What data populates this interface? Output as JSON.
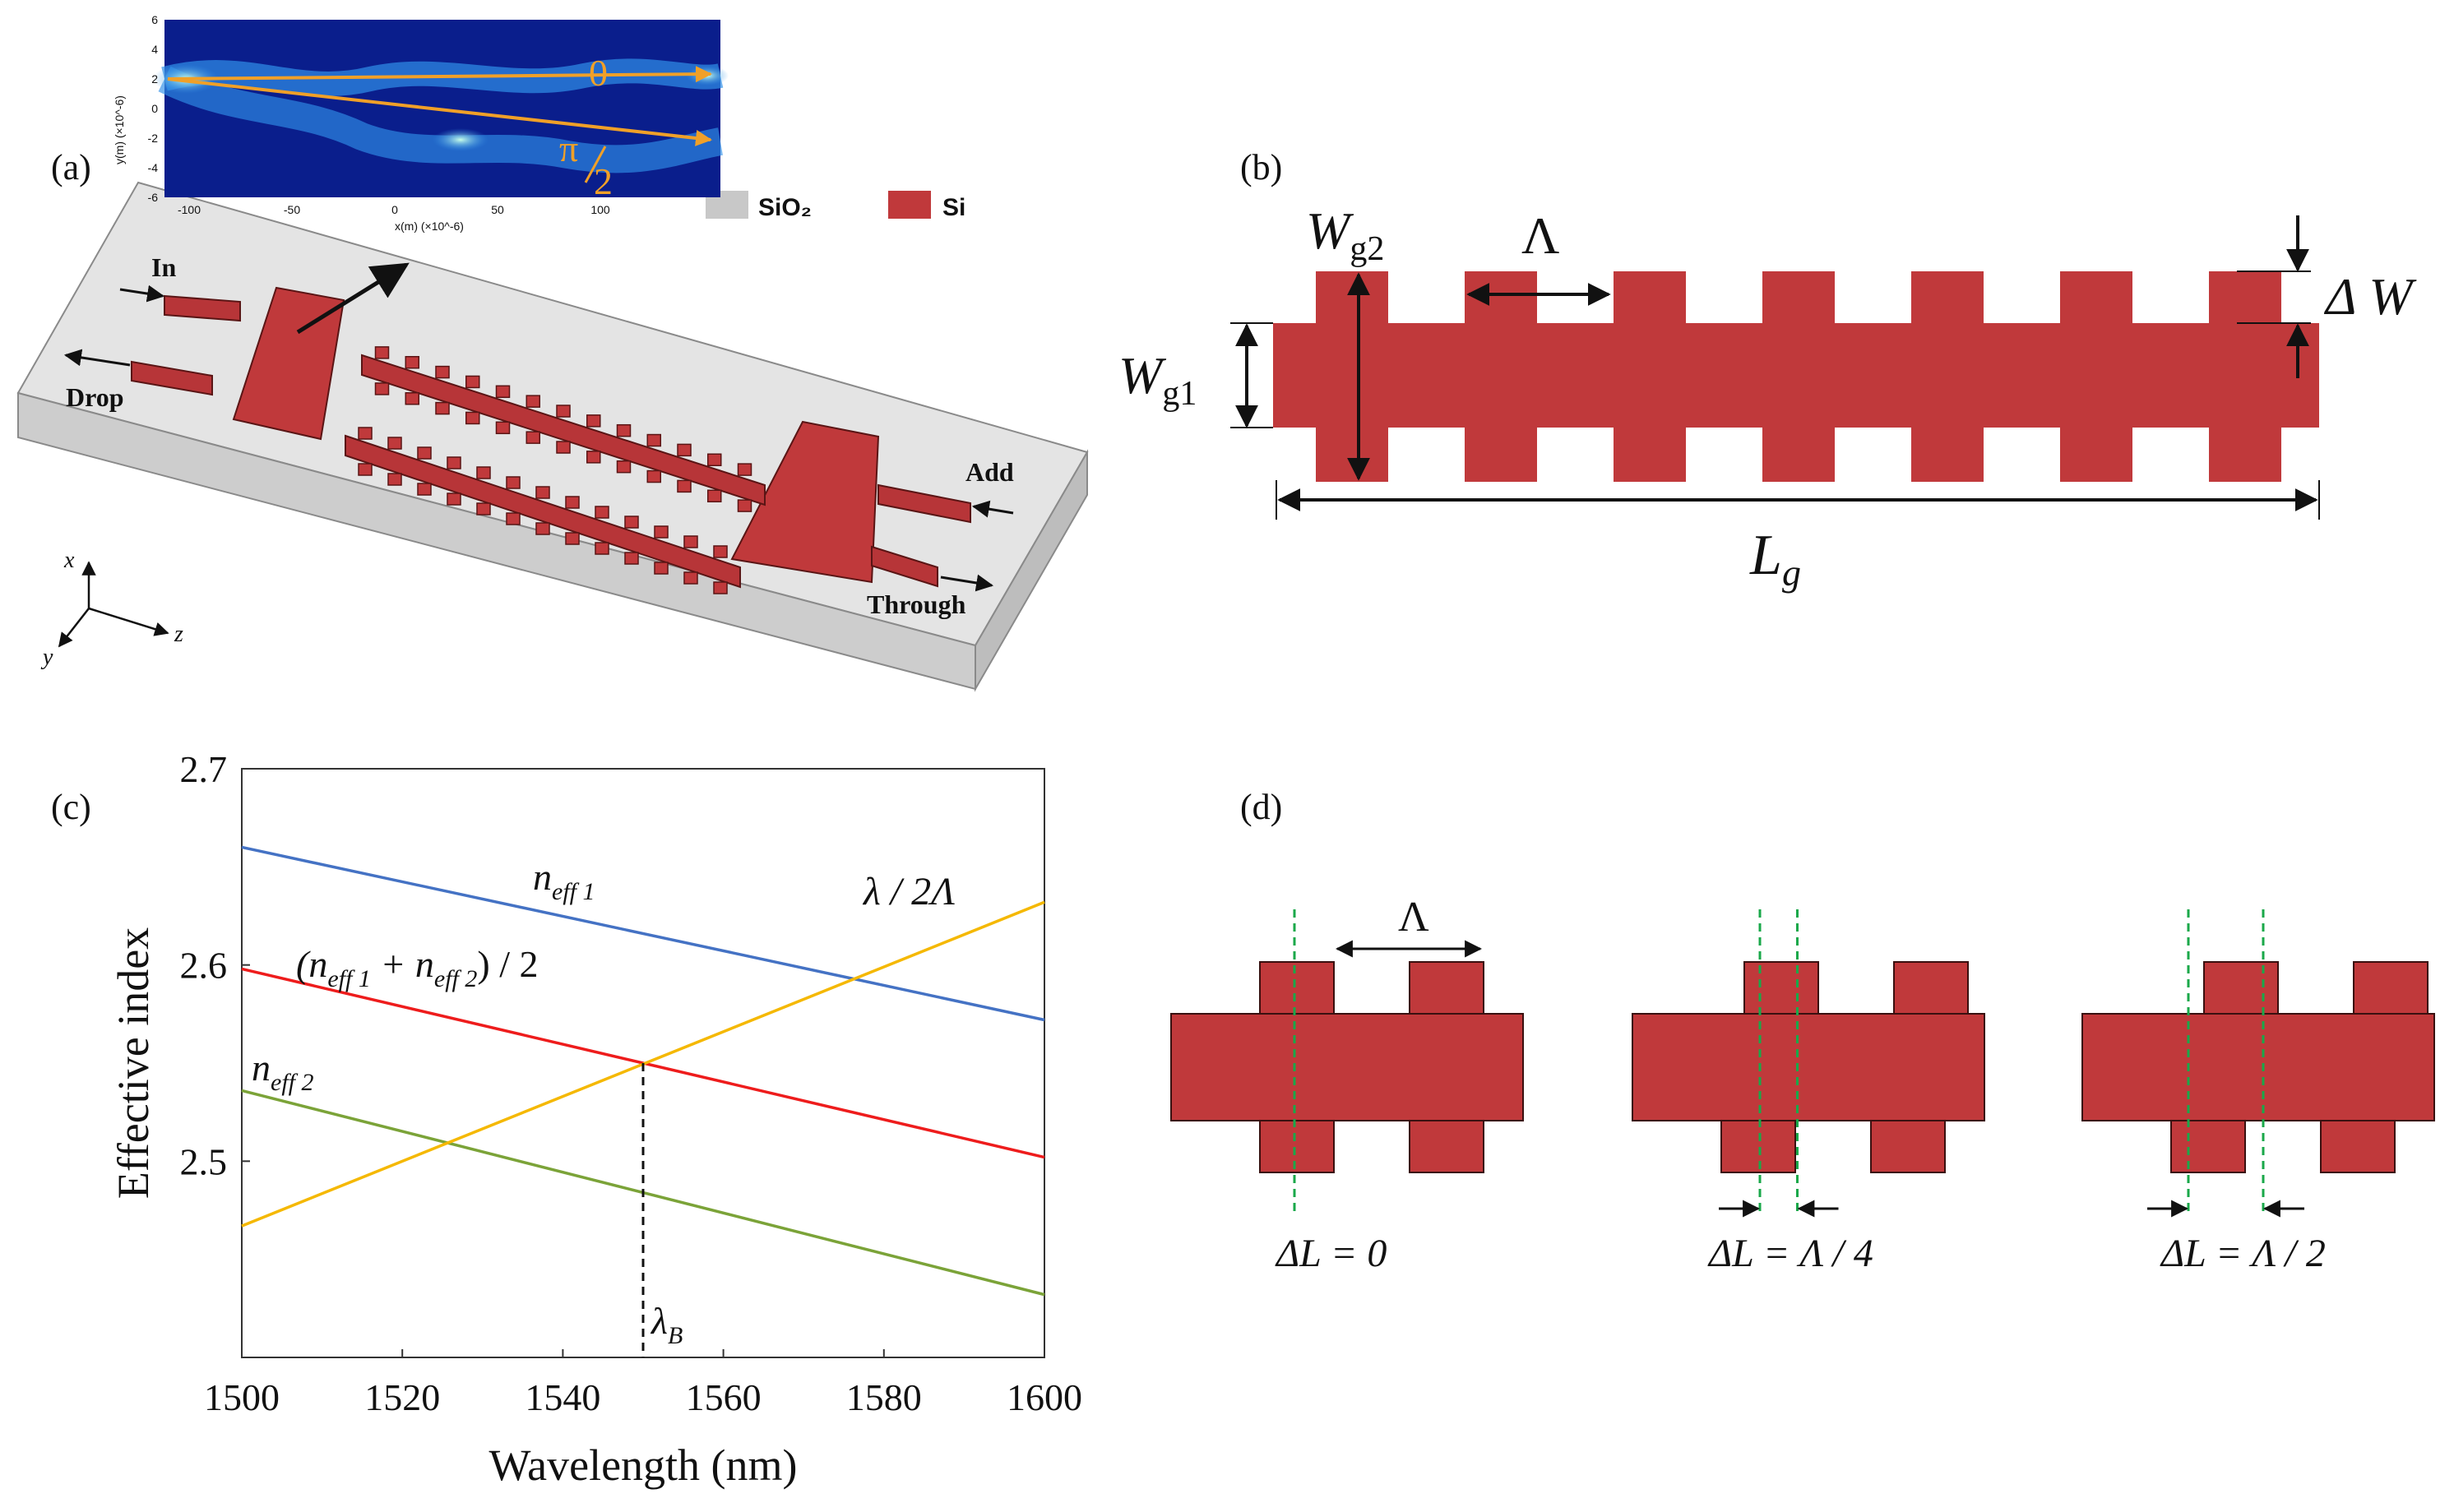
{
  "panels": {
    "a": {
      "label": "(a)",
      "inset": {
        "y_axis_label": "y(m) (×10^-6)",
        "x_axis_label": "x(m) (×10^-6)",
        "y_ticks": [
          "6",
          "4",
          "2",
          "0",
          "-2",
          "-4",
          "-6"
        ],
        "x_ticks": [
          "-100",
          "-50",
          "0",
          "50",
          "100"
        ],
        "phase_top": "0",
        "phase_bottom_num": "π",
        "phase_bottom_den": "2",
        "colors": {
          "background": "#0a1e8c",
          "beam": "#2f8fe8",
          "beam_hot": "#8ff0e0",
          "arrow": "#f0a028"
        }
      },
      "legend": [
        {
          "label": "SiO₂",
          "color": "#c8c8c8"
        },
        {
          "label": "Si",
          "color": "#c0393b"
        }
      ],
      "ports": {
        "in": "In",
        "drop": "Drop",
        "add": "Add",
        "through": "Through"
      },
      "axes": {
        "x": "x",
        "y": "y",
        "z": "z"
      }
    },
    "b": {
      "label": "(b)",
      "labels": {
        "wg2_main": "W",
        "wg2_sub": "g2",
        "period": "Λ",
        "dw": "Δ W",
        "wg1_main": "W",
        "wg1_sub": "g1",
        "lg_main": "L",
        "lg_sub": "g"
      },
      "tooth_count": 7,
      "color": "#c0393b"
    },
    "c": {
      "label": "(c)"
    },
    "d": {
      "label": "(d)",
      "period_label": "Λ",
      "cases": [
        {
          "label": "ΔL = 0",
          "shift_fraction": 0
        },
        {
          "label": "ΔL = Λ / 4",
          "shift_fraction": 0.25
        },
        {
          "label": "ΔL = Λ / 2",
          "shift_fraction": 0.5
        }
      ],
      "color": "#c0393b",
      "marker_color": "#1aa84a"
    }
  },
  "chart_data": {
    "type": "line",
    "xlabel": "Wavelength (nm)",
    "ylabel": "Effective index",
    "xlim": [
      1500,
      1600
    ],
    "ylim": [
      2.4,
      2.7
    ],
    "x_ticks": [
      1500,
      1520,
      1540,
      1560,
      1580,
      1600
    ],
    "y_ticks": [
      2.5,
      2.6,
      2.7
    ],
    "x_tick_labels": [
      "1500",
      "1520",
      "1540",
      "1560",
      "1580",
      "1600"
    ],
    "y_tick_labels": [
      "2.5",
      "2.6",
      "2.7"
    ],
    "series": [
      {
        "label_main": "n",
        "label_sub": "eff 1",
        "color": "#4472c4",
        "x": [
          1500,
          1600
        ],
        "y": [
          2.66,
          2.572
        ]
      },
      {
        "label_main": "(n",
        "label_sub": "eff 1",
        "label_mid": " + n",
        "label_sub2": "eff 2",
        "label_end": ") / 2",
        "color": "#ee1c1c",
        "x": [
          1500,
          1600
        ],
        "y": [
          2.598,
          2.502
        ]
      },
      {
        "label_main": "n",
        "label_sub": "eff 2",
        "color": "#7ba338",
        "x": [
          1500,
          1600
        ],
        "y": [
          2.536,
          2.432
        ]
      },
      {
        "label_main": "λ / 2Λ",
        "color": "#f5b800",
        "x": [
          1500,
          1600
        ],
        "y": [
          2.467,
          2.632
        ]
      }
    ],
    "annotation": {
      "label_main": "λ",
      "label_sub": "B",
      "x": 1550,
      "y": 2.55
    }
  }
}
